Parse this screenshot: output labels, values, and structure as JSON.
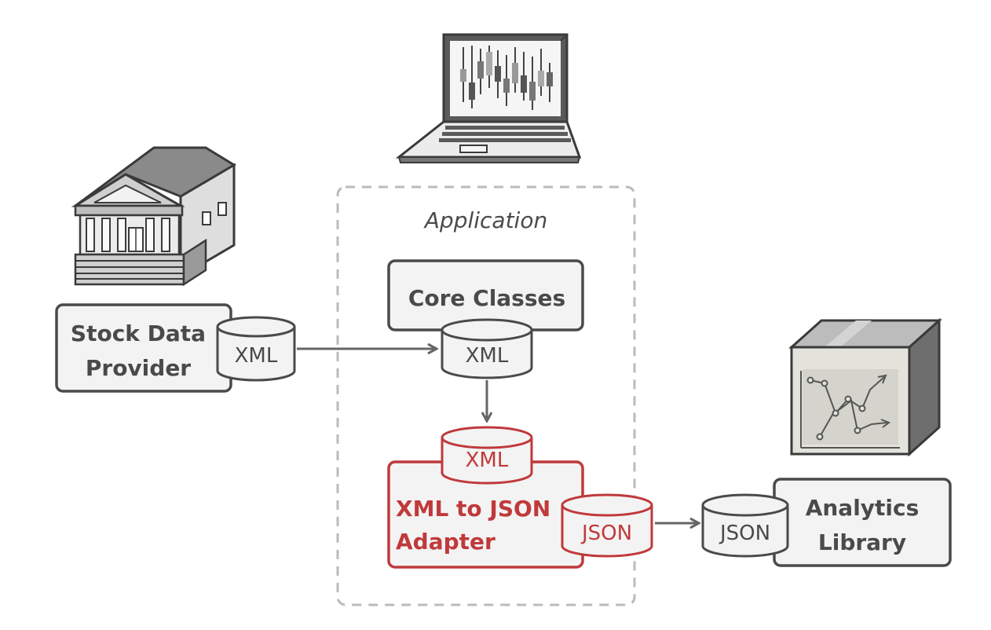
{
  "diagram": {
    "application_caption": "Application",
    "stock_provider": {
      "line1": "Stock Data",
      "line2": "Provider",
      "format": "XML"
    },
    "core_classes": {
      "label": "Core Classes",
      "format": "XML"
    },
    "adapter": {
      "line1": "XML to JSON",
      "line2": "Adapter",
      "input_format": "XML",
      "output_format": "JSON"
    },
    "analytics": {
      "line1": "Analytics",
      "line2": "Library",
      "format": "JSON"
    }
  },
  "colors": {
    "outline": "#4a4a4a",
    "accent_red": "#c0393b",
    "box_fill": "#f3f3f3",
    "dashed_border": "#bbbbbb"
  },
  "icons": [
    "bank-building-icon",
    "laptop-chart-icon",
    "analytics-box-icon"
  ]
}
